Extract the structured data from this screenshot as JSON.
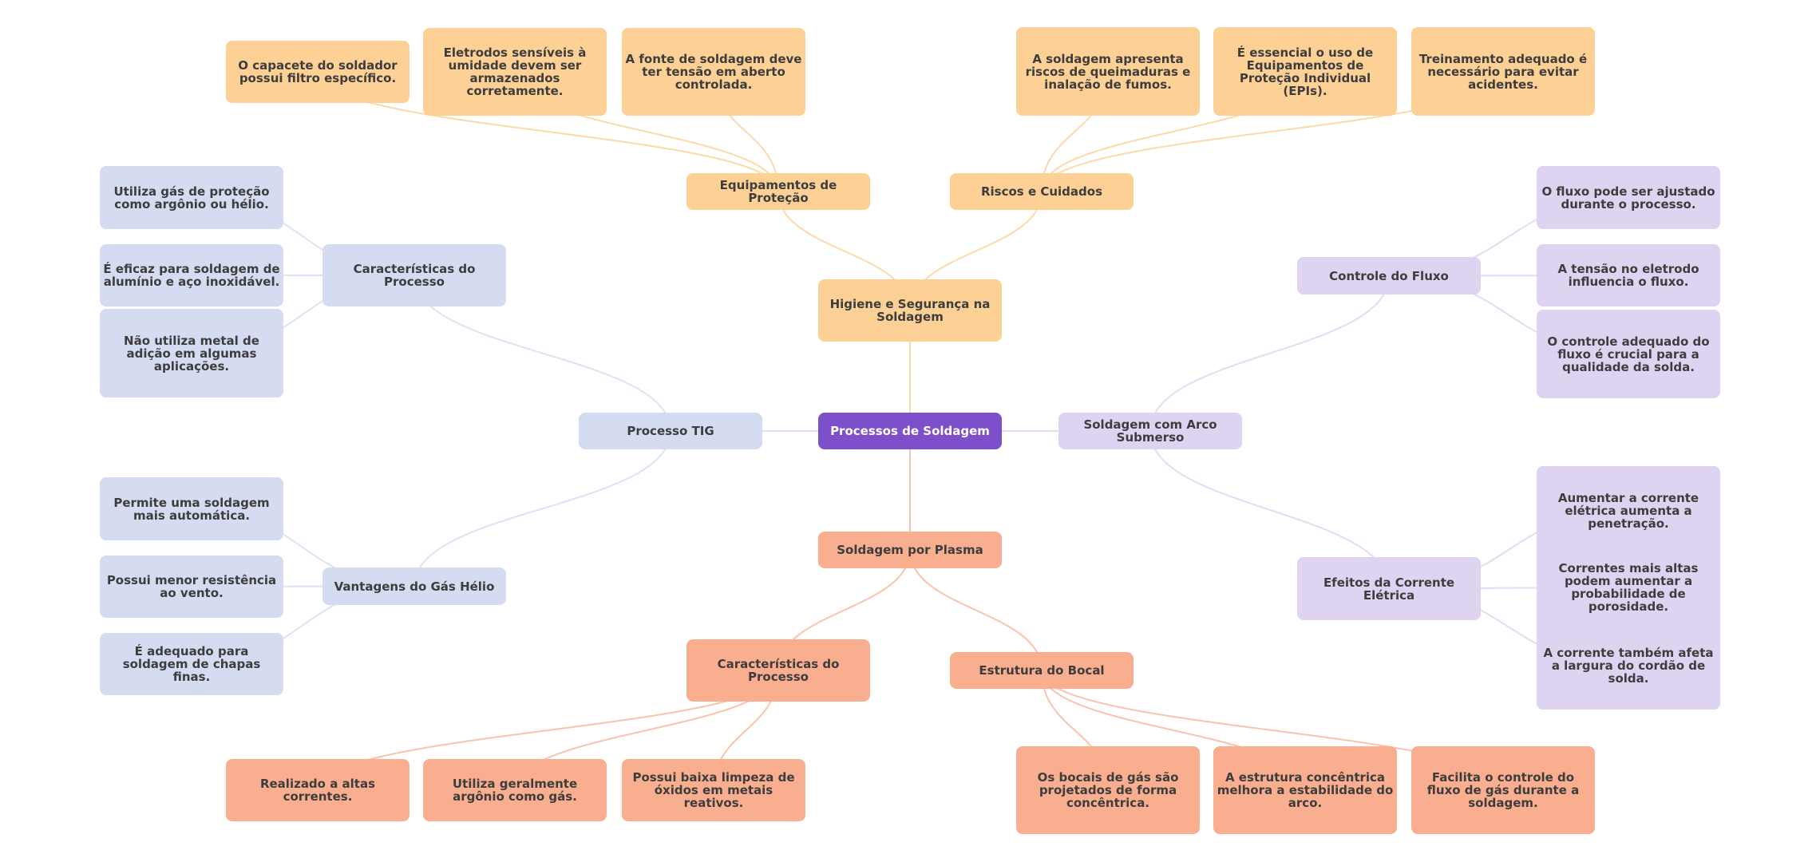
{
  "title": "Processos de Soldagem",
  "colors": {
    "root": "#7e4fcb",
    "root_text": "#ffffff",
    "text": "#3d3d3d",
    "tig": "#d5dcf1",
    "tig_edge": "#dde3f4",
    "arco": "#ded3f0",
    "arco_edge": "#e4dbf4",
    "plasma": "#f9ae8f",
    "plasma_edge": "#f9c4ad",
    "higiene": "#fdd095",
    "higiene_edge": "#fdd9a9"
  },
  "root": {
    "id": "root",
    "label": "Processos de Soldagem"
  },
  "branches": [
    {
      "id": "tig",
      "label": "Processo TIG",
      "color_key": "tig",
      "children": [
        {
          "id": "tig-carac",
          "label": "Características do Processo",
          "children": [
            {
              "id": "tig-carac-1",
              "label": "Utiliza gás de proteção como argônio ou hélio."
            },
            {
              "id": "tig-carac-2",
              "label": "É eficaz para soldagem de alumínio e aço inoxidável."
            },
            {
              "id": "tig-carac-3",
              "label": "Não utiliza metal de adição em algumas aplicações."
            }
          ]
        },
        {
          "id": "tig-vant",
          "label": "Vantagens do Gás Hélio",
          "children": [
            {
              "id": "tig-vant-1",
              "label": "Permite uma soldagem mais automática."
            },
            {
              "id": "tig-vant-2",
              "label": "Possui menor resistência ao vento."
            },
            {
              "id": "tig-vant-3",
              "label": "É adequado para soldagem de chapas finas."
            }
          ]
        }
      ]
    },
    {
      "id": "arco",
      "label": "Soldagem com Arco Submerso",
      "color_key": "arco",
      "children": [
        {
          "id": "arco-fluxo",
          "label": "Controle do Fluxo",
          "children": [
            {
              "id": "arco-fluxo-1",
              "label": "O fluxo pode ser ajustado durante o processo."
            },
            {
              "id": "arco-fluxo-2",
              "label": "A tensão no eletrodo influencia o fluxo."
            },
            {
              "id": "arco-fluxo-3",
              "label": "O controle adequado do fluxo é crucial para a qualidade da solda."
            }
          ]
        },
        {
          "id": "arco-corr",
          "label": "Efeitos da Corrente Elétrica",
          "children": [
            {
              "id": "arco-corr-1",
              "label": "Aumentar a corrente elétrica aumenta a penetração."
            },
            {
              "id": "arco-corr-2",
              "label": "Correntes mais altas podem aumentar a probabilidade de porosidade."
            },
            {
              "id": "arco-corr-3",
              "label": "A corrente também afeta a largura do cordão de solda."
            }
          ]
        }
      ]
    },
    {
      "id": "plasma",
      "label": "Soldagem por Plasma",
      "color_key": "plasma",
      "children": [
        {
          "id": "plasma-carac",
          "label": "Características do Processo",
          "children": [
            {
              "id": "plasma-carac-1",
              "label": "Realizado a altas correntes."
            },
            {
              "id": "plasma-carac-2",
              "label": "Utiliza geralmente argônio como gás."
            },
            {
              "id": "plasma-carac-3",
              "label": "Possui baixa limpeza de óxidos em metais reativos."
            }
          ]
        },
        {
          "id": "plasma-bocal",
          "label": "Estrutura do Bocal",
          "children": [
            {
              "id": "plasma-bocal-1",
              "label": "Os bocais de gás são projetados de forma concêntrica."
            },
            {
              "id": "plasma-bocal-2",
              "label": "A estrutura concêntrica melhora a estabilidade do arco."
            },
            {
              "id": "plasma-bocal-3",
              "label": "Facilita o controle do fluxo de gás durante a soldagem."
            }
          ]
        }
      ]
    },
    {
      "id": "higiene",
      "label": "Higiene e Segurança na Soldagem",
      "color_key": "higiene",
      "children": [
        {
          "id": "hig-equip",
          "label": "Equipamentos de Proteção",
          "children": [
            {
              "id": "hig-equip-1",
              "label": "O capacete do soldador possui filtro específico."
            },
            {
              "id": "hig-equip-2",
              "label": "Eletrodos sensíveis à umidade devem ser armazenados corretamente."
            },
            {
              "id": "hig-equip-3",
              "label": "A fonte de soldagem deve ter tensão em aberto controlada."
            }
          ]
        },
        {
          "id": "hig-riscos",
          "label": "Riscos e Cuidados",
          "children": [
            {
              "id": "hig-riscos-1",
              "label": "A soldagem apresenta riscos de queimaduras e inalação de fumos."
            },
            {
              "id": "hig-riscos-2",
              "label": "É essencial o uso de Equipamentos de Proteção Individual (EPIs)."
            },
            {
              "id": "hig-riscos-3",
              "label": "Treinamento adequado é necessário para evitar acidentes."
            }
          ]
        }
      ]
    }
  ]
}
